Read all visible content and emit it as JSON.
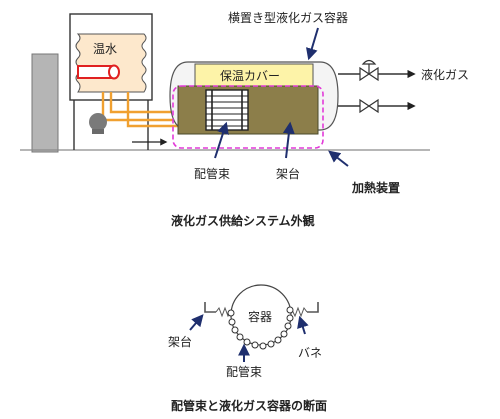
{
  "top_diagram": {
    "hot_water_label": "温水",
    "insulation_cover_label": "保温カバー",
    "container_label": "横置き型液化ガス容器",
    "liquefied_gas_label": "液化ガス",
    "pipe_bundle_label": "配管束",
    "frame_label": "架台",
    "heating_device_label": "加熱装置",
    "caption": "液化ガス供給システム外観"
  },
  "bottom_diagram": {
    "vessel_label": "容器",
    "frame_label": "架台",
    "spring_label": "バネ",
    "pipe_bundle_label": "配管束",
    "caption": "配管束と液化ガス容器の断面"
  },
  "colors": {
    "hot_water_fill": "#fde8cc",
    "pipe_orange": "#f0a030",
    "hot_pipe_red": "#e02020",
    "frame_olive": "#8c7e4a",
    "cover_yellow": "#fdf3a8",
    "heating_dash_magenta": "#e23ad8",
    "arrow_navy": "#1f2f6e",
    "equipment_gray": "#9a9a9a"
  }
}
